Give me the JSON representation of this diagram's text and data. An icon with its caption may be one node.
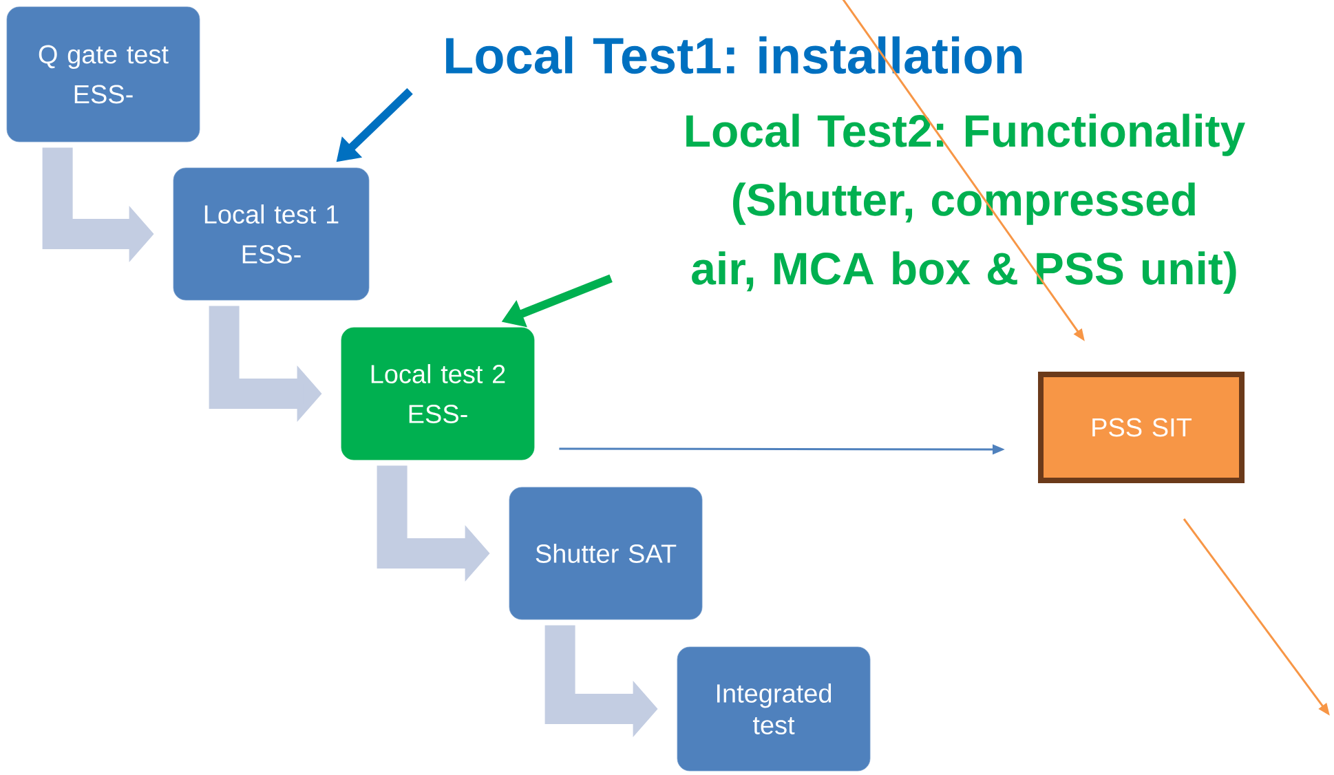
{
  "diagram": {
    "nodes": [
      {
        "text": [
          "Q gate test",
          "ESS-"
        ]
      },
      {
        "text": [
          "Local test 1",
          "ESS-"
        ]
      },
      {
        "text": [
          "Local test 2",
          "ESS-"
        ]
      },
      {
        "text": [
          "Shutter SAT"
        ]
      },
      {
        "text": [
          "Integrated test"
        ]
      },
      {
        "text": [
          "PSS SIT"
        ]
      },
      {
        "text": [
          "Local Test1: installation"
        ]
      },
      {
        "text": [
          "Local Test2: Functionality (Shutter, compressed air, MCA box & PSS unit)"
        ]
      }
    ],
    "edges": [
      {
        "from": 0,
        "to": 1,
        "arrow": "to",
        "style": "thick"
      },
      {
        "from": 1,
        "to": 2,
        "arrow": "to",
        "style": "thick"
      },
      {
        "from": 2,
        "to": 3,
        "arrow": "to",
        "style": "thick"
      },
      {
        "from": 3,
        "to": 4,
        "arrow": "to",
        "style": "thick"
      },
      {
        "from": 6,
        "to": 1,
        "arrow": "to",
        "color": "#0070c0"
      },
      {
        "from": 7,
        "to": 2,
        "arrow": "to",
        "color": "#00b050"
      },
      {
        "from": 2,
        "to": 5,
        "arrow": "to",
        "color": "#4f81bd"
      },
      {
        "from": null,
        "to": 5,
        "arrow": "to",
        "color": "#f79646"
      },
      {
        "from": 5,
        "to": null,
        "arrow": "to",
        "color": "#f79646"
      }
    ]
  }
}
